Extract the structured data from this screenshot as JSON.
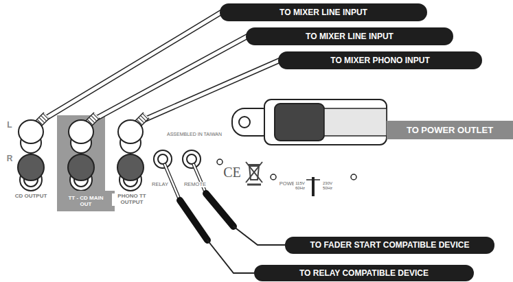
{
  "diagram": {
    "nodes": [
      {
        "text": [
          "TO MIXER LINE INPUT"
        ]
      },
      {
        "text": [
          "TO MIXER LINE INPUT"
        ]
      },
      {
        "text": [
          "TO MIXER PHONO INPUT"
        ]
      },
      {
        "text": [
          "TO POWER OUTLET"
        ]
      },
      {
        "text": [
          "TT - CD MAIN OUT"
        ]
      },
      {
        "text": [
          "TO FADER START COMPATIBLE DEVICE"
        ]
      },
      {
        "text": [
          "TO RELAY COMPATIBLE DEVICE"
        ]
      }
    ],
    "labels": [
      "L",
      "R",
      "CD OUTPUT",
      "PHONO TT OUTPUT",
      "ASSEMBLED IN TAIWAN",
      "RELAY",
      "REMOTE",
      "CE",
      "POWER",
      "115V 60Hz",
      "230V 50Hz"
    ]
  }
}
